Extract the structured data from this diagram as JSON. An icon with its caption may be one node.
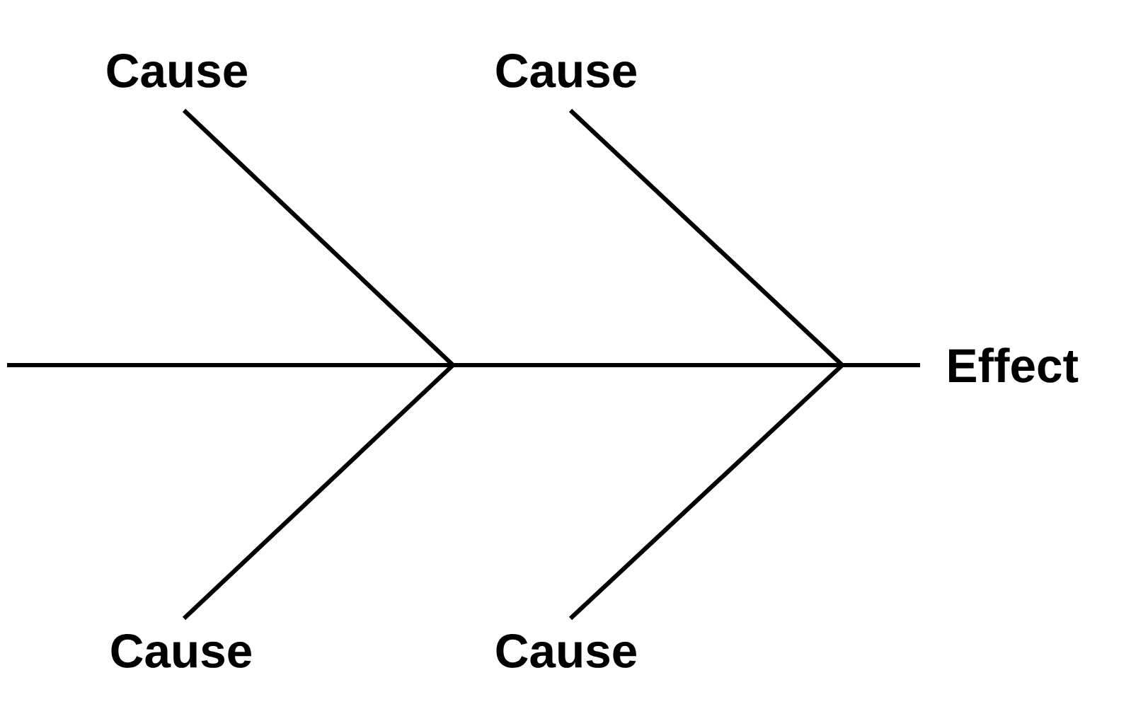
{
  "diagram": {
    "nodes": [
      {
        "text": [
          "Cause"
        ]
      },
      {
        "text": [
          "Cause"
        ]
      },
      {
        "text": [
          "Effect"
        ]
      },
      {
        "text": [
          "Cause"
        ]
      },
      {
        "text": [
          "Cause"
        ]
      }
    ],
    "edges": [
      {
        "from": 0,
        "to": 2,
        "arrow": "none"
      },
      {
        "from": 1,
        "to": 2,
        "arrow": "none"
      },
      {
        "from": 3,
        "to": 2,
        "arrow": "none"
      },
      {
        "from": 4,
        "to": 2,
        "arrow": "none"
      },
      {
        "from": null,
        "to": 2,
        "arrow": "none"
      }
    ]
  }
}
